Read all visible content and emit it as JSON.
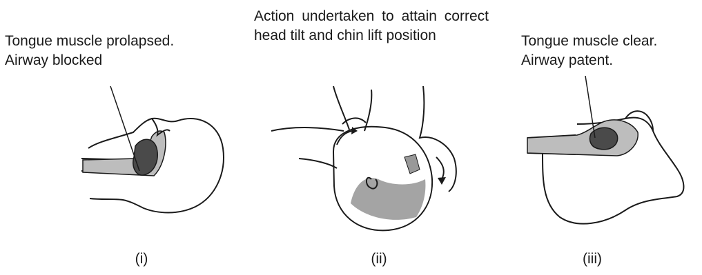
{
  "figures": [
    {
      "caption": "Tongue muscle prolapsed.\nAirway blocked",
      "label": "(i)"
    },
    {
      "caption": "Action undertaken to attain correct head tilt and chin lift position",
      "label": "(ii)"
    },
    {
      "caption": "Tongue muscle clear.\nAirway patent.",
      "label": "(iii)"
    }
  ],
  "colors": {
    "ink": "#1a1a1a",
    "tongue": "#4a4a4a",
    "tissue": "#bdbdbd",
    "hair": "#5a5a5a"
  }
}
